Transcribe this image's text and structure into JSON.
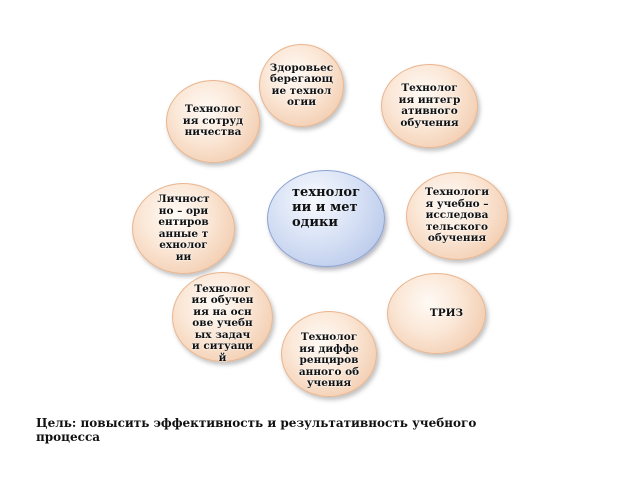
{
  "diagram": {
    "center": {
      "label": "технологии и методики"
    },
    "nodes": [
      {
        "id": "health",
        "label": "Здоровьесберегающие технологии"
      },
      {
        "id": "integrative",
        "label": "Технология интегративного обучения"
      },
      {
        "id": "cooperation",
        "label": "Технология сотрудничества"
      },
      {
        "id": "research",
        "label": "Технология учебно – исследовательского обучения"
      },
      {
        "id": "personal",
        "label": "Личностно – ориентированные технологии"
      },
      {
        "id": "triz",
        "label": "ТРИЗ"
      },
      {
        "id": "situations",
        "label": "Технология обучения на основе учебных задач и ситуаций"
      },
      {
        "id": "differentiated",
        "label": "Технология дифференцированного обучения"
      }
    ],
    "goal": "Цель: повысить эффективность и результативность учебного процесса"
  },
  "colors": {
    "bubble_fill": "#f8dcc6",
    "bubble_border": "#e9b58e",
    "center_fill": "#c6d3ef",
    "center_border": "#8ea3d2",
    "text": "#111111"
  }
}
